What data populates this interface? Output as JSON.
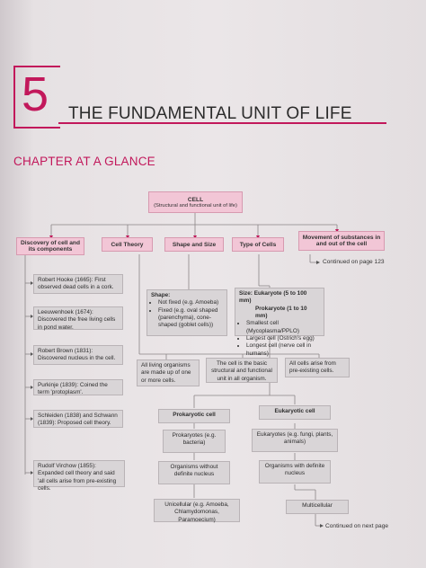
{
  "chapter": {
    "number": "5",
    "title": "THE FUNDAMENTAL UNIT OF LIFE",
    "section": "CHAPTER AT A GLANCE"
  },
  "colors": {
    "accent": "#c2185b",
    "header_box": "#f2c6d6",
    "node_box": "#d9d5d7"
  },
  "map": {
    "cell": {
      "title": "CELL",
      "subtitle": "(Structural and functional unit of life)"
    },
    "branches": {
      "discovery": "Discovery of cell and its components",
      "theory": "Cell Theory",
      "shape": "Shape and Size",
      "type": "Type of Cells",
      "movement": "Movement of substances in and out of the cell"
    },
    "continued_123": "Continued on page 123",
    "discovery_items": [
      "Robert Hooke (1665): First observed dead cells in a cork.",
      "Leeuwenhoek (1674): Discovered the free living cells in pond water.",
      "Robert Brown (1831): Discovered nucleus in the cell.",
      "Purkinje (1839): Coined the term 'protoplasm'.",
      "Schleiden (1838) and Schwann (1839): Proposed cell theory.",
      "Rudolf Virchow (1855): Expanded cell theory and said 'all cells arise from pre-existing cells."
    ],
    "shape": {
      "heading": "Shape:",
      "items": [
        "Not fixed (e.g. Amoeba)",
        "Fixed (e.g. oval shaped (parenchyma), cone-shaped (goblet cells))"
      ]
    },
    "size": {
      "eukaryote": "Size: Eukaryote (5 to 100 mm)",
      "prokaryote": "Prokaryote (1 to 10 mm)",
      "items": [
        "Smallest cell (Mycoplasma/PPLO)",
        "Largest cell (Ostrich's egg)",
        "Longest cell (nerve cell in humans)"
      ]
    },
    "theory_points": [
      "All living organisms are made up of one or more cells.",
      "The cell is the basic structural and functional unit in all organism.",
      "All cells arise from pre-existing cells."
    ],
    "prokaryotic": {
      "title": "Prokaryotic cell",
      "examples": "Prokaryotes (e.g. bacteria)",
      "nucleus": "Organisms without definite nucleus"
    },
    "eukaryotic": {
      "title": "Eukaryotic cell",
      "examples": "Eukaryotes (e.g. fungi, plants, animals)",
      "nucleus": "Organisms with definite nucleus"
    },
    "unicellular": "Unicellular (e.g. Amoeba, Chlamydomonas, Paramoecium)",
    "multicellular": "Multicellular",
    "continued_next": "Continued on next page"
  }
}
